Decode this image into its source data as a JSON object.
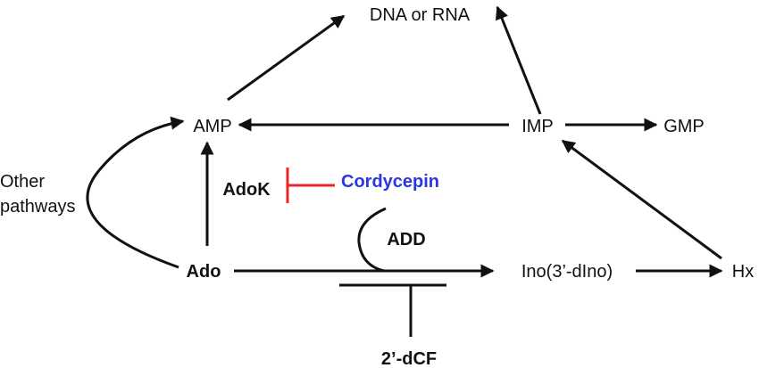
{
  "nodes": {
    "dna_rna": "DNA or RNA",
    "amp": "AMP",
    "imp": "IMP",
    "gmp": "GMP",
    "other_pathways_line1": "Other",
    "other_pathways_line2": "pathways",
    "adok": "AdoK",
    "cordycepin": "Cordycepin",
    "add": "ADD",
    "ado": "Ado",
    "ino": "Ino(3’-dIno)",
    "hx": "Hx",
    "dcf": "2’-dCF"
  },
  "colors": {
    "ink": "#111111",
    "inhibitor_red": "#e8262b",
    "cordycepin_blue": "#2b36e0"
  }
}
